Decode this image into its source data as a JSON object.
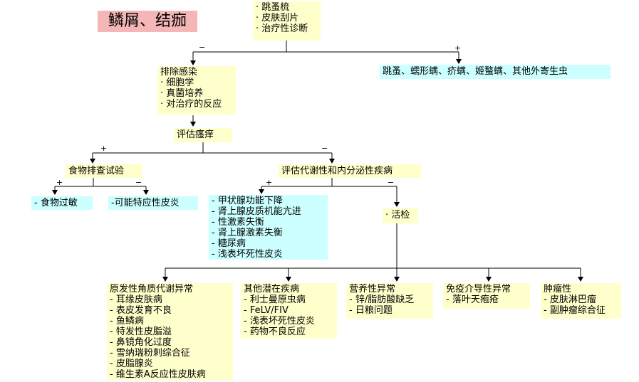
{
  "title": "鳞屑、结痂",
  "boxes": {
    "top": [
      "· 跳蚤梳",
      "· 皮肤刮片",
      "· 治疗性诊断"
    ],
    "parasites": [
      "跳蚤、蠕形螨、疥螨、姬螯螨、其他外寄生虫"
    ],
    "rule_out": [
      "排除感染",
      "· 细胞学",
      "· 真菌培养",
      "· 对治疗的反应"
    ],
    "pruritus": [
      "评估瘙痒"
    ],
    "food_trial": [
      "食物排查试验"
    ],
    "endocrine": [
      "评估代谢性和内分泌性疾病"
    ],
    "food_allergy": [
      "- 食物过敏"
    ],
    "atopic": [
      "-可能特应性皮炎"
    ],
    "endocrine_list": [
      "-  甲状腺功能下降",
      "-  肾上腺皮质机能亢进",
      "-  性激素失衡",
      "-  肾上腺激素失衡",
      "-  糖尿病",
      "-  浅表坏死性皮炎"
    ],
    "biopsy": [
      "· 活检"
    ],
    "keratin": [
      "原发性角质代谢异常",
      " - 耳缘皮肤病",
      " - 表皮发育不良",
      " - 鱼鳞病",
      " - 特发性皮脂溢",
      " - 鼻镜角化过度",
      " - 雪纳瑞粉刺综合征",
      " - 皮脂腺炎",
      " - 维生素A反应性皮肤病"
    ],
    "other": [
      "其他潜在疾病",
      " - 利士曼原虫病",
      " - FeLV/FIV",
      " - 浅表坏死性皮炎",
      " - 药物不良反应"
    ],
    "nutrition": [
      "营养性异常",
      " - 锌/脂肪酸缺乏",
      " - 日粮问题"
    ],
    "immune": [
      "免疫介导性异常",
      " - 落叶天疱疮"
    ],
    "neoplastic": [
      "肿瘤性",
      " - 皮肤淋巴瘤",
      " - 副肿瘤综合征"
    ]
  },
  "signs": {
    "top_minus": "−",
    "top_plus": "+",
    "pruritus_plus": "+",
    "pruritus_minus": "−",
    "food_plus": "+",
    "food_minus": "−",
    "endo_plus": "+",
    "endo_minus": "−"
  },
  "colors": {
    "yellow": "#ffffcc",
    "cyan": "#ccffff",
    "title": "#f4b6b6"
  }
}
